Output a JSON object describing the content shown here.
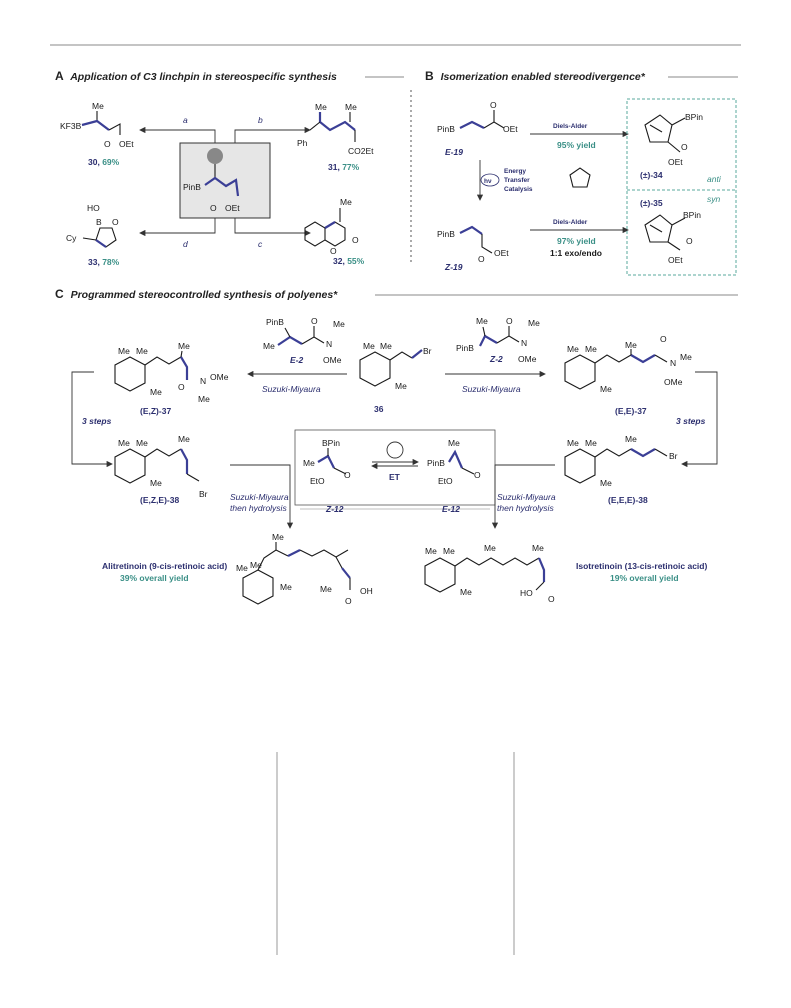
{
  "panel_a": {
    "letter": "A",
    "title": "Application of C3 linchpin in stereospecific synthesis",
    "route_a": "a",
    "route_b": "b",
    "route_c": "c",
    "route_d": "d",
    "center_pinb": "PinB",
    "center_oet": "OEt",
    "center_o": "O",
    "c30": {
      "label": "30",
      "yield": "69%",
      "kf3b": "KF3B",
      "me": "Me",
      "oet": "OEt",
      "o": "O"
    },
    "c31": {
      "label": "31",
      "yield": "77%",
      "ph": "Ph",
      "me1": "Me",
      "me2": "Me",
      "co2et": "CO2Et"
    },
    "c32": {
      "label": "32",
      "yield": "55%",
      "me": "Me",
      "o1": "O",
      "o2": "O"
    },
    "c33": {
      "label": "33",
      "yield": "78%",
      "ho": "HO",
      "b": "B",
      "o": "O",
      "cy": "Cy"
    }
  },
  "panel_b": {
    "letter": "B",
    "title": "Isomerization enabled stereodivergence*",
    "e19": "E-19",
    "z19": "Z-19",
    "pinb": "PinB",
    "oet": "OEt",
    "o": "O",
    "hv": "hν",
    "energy": "Energy",
    "transfer": "Transfer",
    "catalysis": "Catalysis",
    "da1": "Diels-Alder",
    "da1_yield": "95% yield",
    "da2": "Diels-Alder",
    "da2_yield": "97% yield",
    "da2_ratio": "1:1 exo/endo",
    "p34": "(±)-34",
    "p34_tag": "anti",
    "p35": "(±)-35",
    "p35_tag": "syn",
    "bpin": "BPin"
  },
  "panel_c": {
    "letter": "C",
    "title": "Programmed stereocontrolled synthesis of polyenes*",
    "e2": "E-2",
    "z2": "Z-2",
    "c36": "36",
    "sm1": "Suzuki-Miyaura",
    "sm2": "Suzuki-Miyaura",
    "ez37": "(E,Z)-37",
    "ee37": "(E,E)-37",
    "ezе38": "(E,Z,E)-38",
    "eee38": "(E,E,E)-38",
    "steps_left": "3 steps",
    "steps_right": "3 steps",
    "smh1": "Suzuki-Miyaura",
    "smh1b": "then hydrolysis",
    "smh2": "Suzuki-Miyaura",
    "smh2b": "then hydrolysis",
    "z12": "Z-12",
    "e12": "E-12",
    "et": "ET",
    "me": "Me",
    "br": "Br",
    "n": "N",
    "ome": "OMe",
    "o": "O",
    "pinb": "PinB",
    "bpin": "BPin",
    "eto": "EtO",
    "oh": "OH",
    "ho": "HO",
    "alit_name": "Alitretinoin (9-cis-retinoic acid)",
    "alit_yield": "39% overall yield",
    "iso_name": "Isotretinoin (13-cis-retinoic acid)",
    "iso_yield": "19% overall yield"
  }
}
